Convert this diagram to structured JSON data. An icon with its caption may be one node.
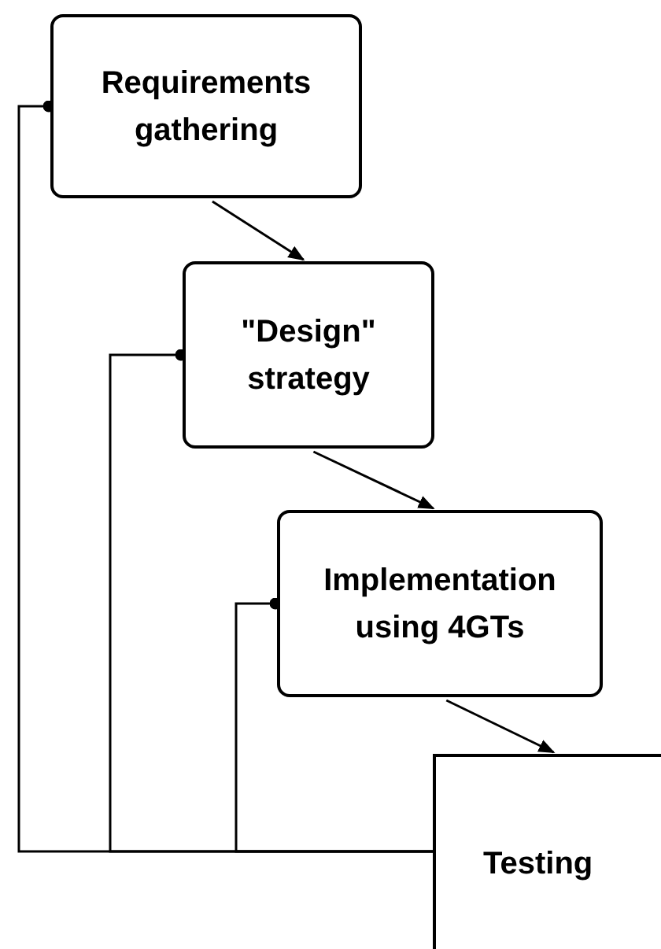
{
  "diagram": {
    "nodes": [
      {
        "text": [
          "Requirements gathering"
        ]
      },
      {
        "text": [
          "\"Design\" strategy"
        ]
      },
      {
        "text": [
          "Implementation using 4GTs"
        ]
      },
      {
        "text": [
          "Testing"
        ]
      }
    ],
    "edges": [
      {
        "from": 0,
        "to": 1,
        "arrow": "to"
      },
      {
        "from": 1,
        "to": 2,
        "arrow": "to"
      },
      {
        "from": 2,
        "to": 3,
        "arrow": "to"
      },
      {
        "from": 3,
        "to": 0,
        "arrow": "other"
      },
      {
        "from": 3,
        "to": 1,
        "arrow": "other"
      },
      {
        "from": 3,
        "to": 2,
        "arrow": "other"
      }
    ]
  }
}
